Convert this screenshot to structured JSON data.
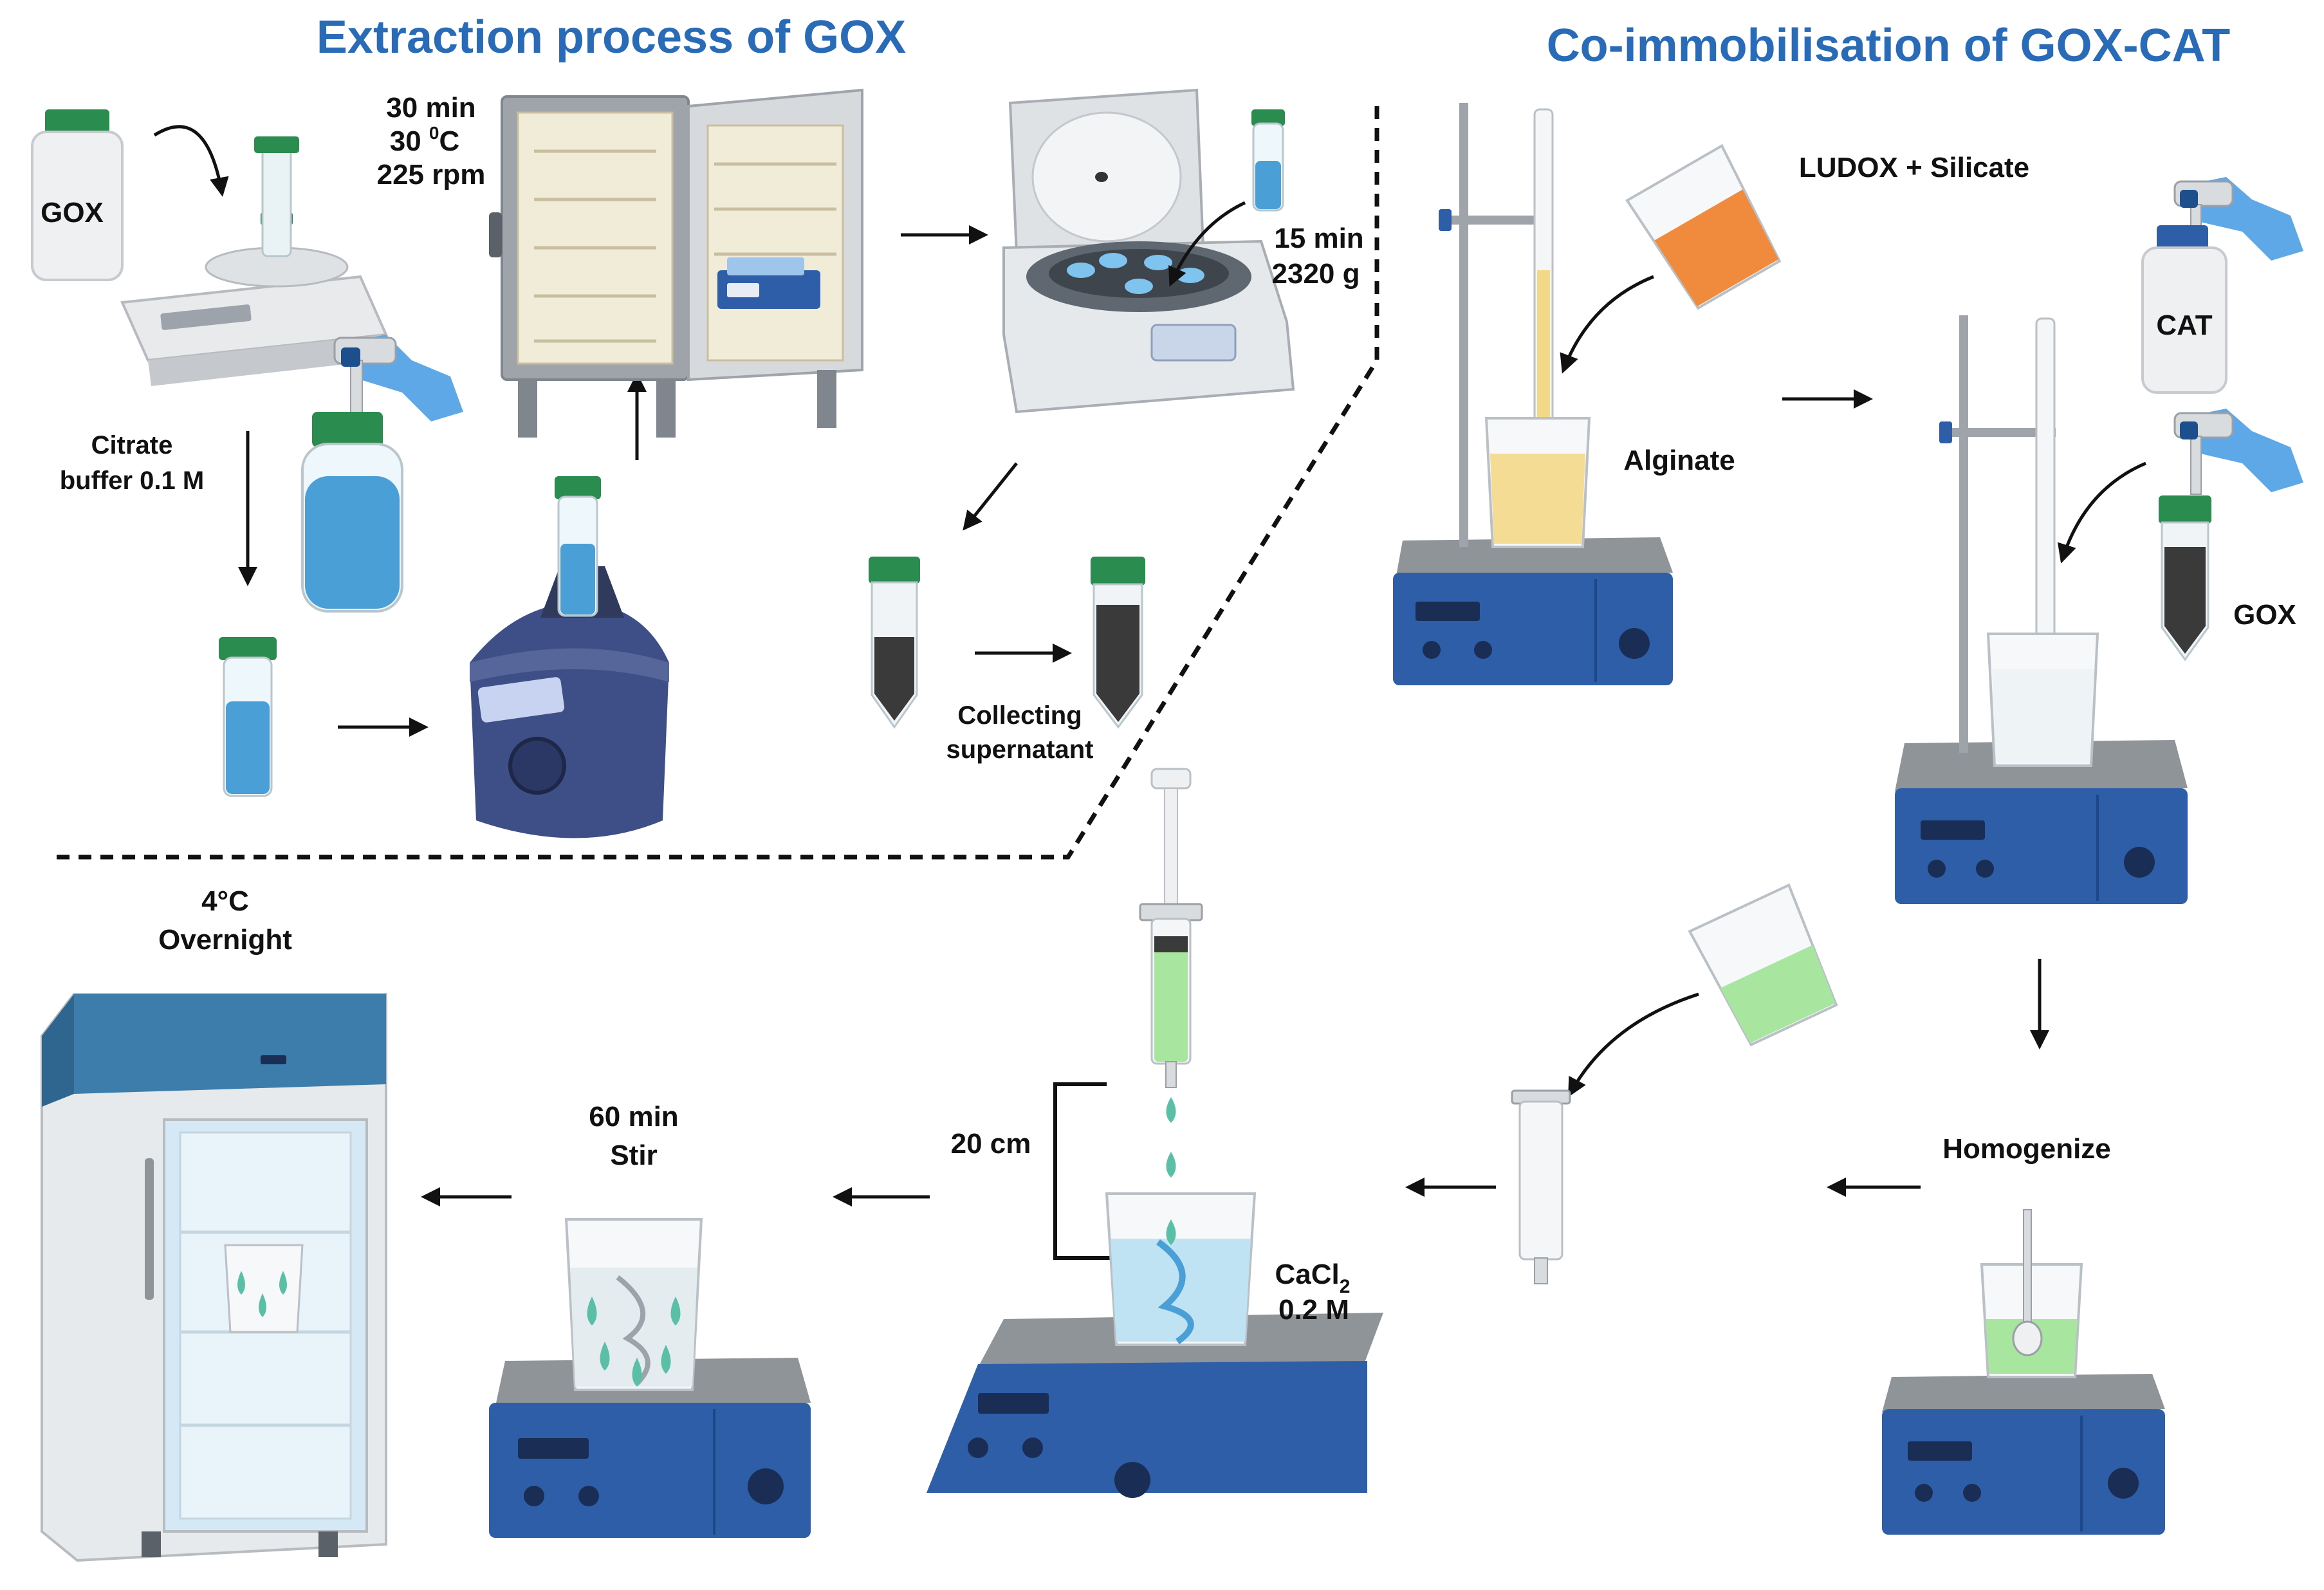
{
  "titles": {
    "extraction": "Extraction process of GOX",
    "coimmobilisation": "Co-immobilisation of GOX-CAT"
  },
  "labels": {
    "gox_bottle": "GOX",
    "incubation_time": "30 min",
    "incubation_temp_value": "30 ",
    "incubation_temp_sup": "0",
    "incubation_temp_unit": "C",
    "incubation_rpm": "225 rpm",
    "citrate_line1": "Citrate",
    "citrate_line2": "buffer 0.1 M",
    "centrifuge_time": "15 min",
    "centrifuge_force": "2320 g",
    "collecting_line1": "Collecting",
    "collecting_line2": "supernatant",
    "ludox": "LUDOX + Silicate",
    "alginate": "Alginate",
    "cat_bottle": "CAT",
    "gox_tube": "GOX",
    "homogenize": "Homogenize",
    "distance": "20 cm",
    "cacl_base": "CaCl",
    "cacl_sub": "2",
    "cacl_conc": "0.2 M",
    "stir_time": "60 min",
    "stir": "Stir",
    "fridge_temp": "4°C",
    "fridge_time": "Overnight"
  },
  "colors": {
    "title": "#2a6bb8",
    "text": "#111111",
    "blue_liquid": "#4a9fd6",
    "dark_liquid": "#3a3a3a",
    "orange_liquid": "#f08a3c",
    "yellow_liquid": "#f5dc94",
    "green_liquid": "#a8e6a0",
    "plate_blue": "#2e5ea8",
    "plate_top": "#8f9499",
    "cap_green": "#1f8a55"
  },
  "icons": [
    "gox-bottle-icon",
    "balance-icon",
    "tube-icon",
    "pipette-icon",
    "buffer-jar-icon",
    "incubator-icon",
    "centrifuge-icon",
    "vortex-icon",
    "falcon-tube-icon",
    "stir-plate-icon",
    "beaker-icon",
    "retort-stand-icon",
    "burette-icon",
    "syringe-icon",
    "refrigerator-icon",
    "arrow-icon",
    "dashed-divider"
  ]
}
